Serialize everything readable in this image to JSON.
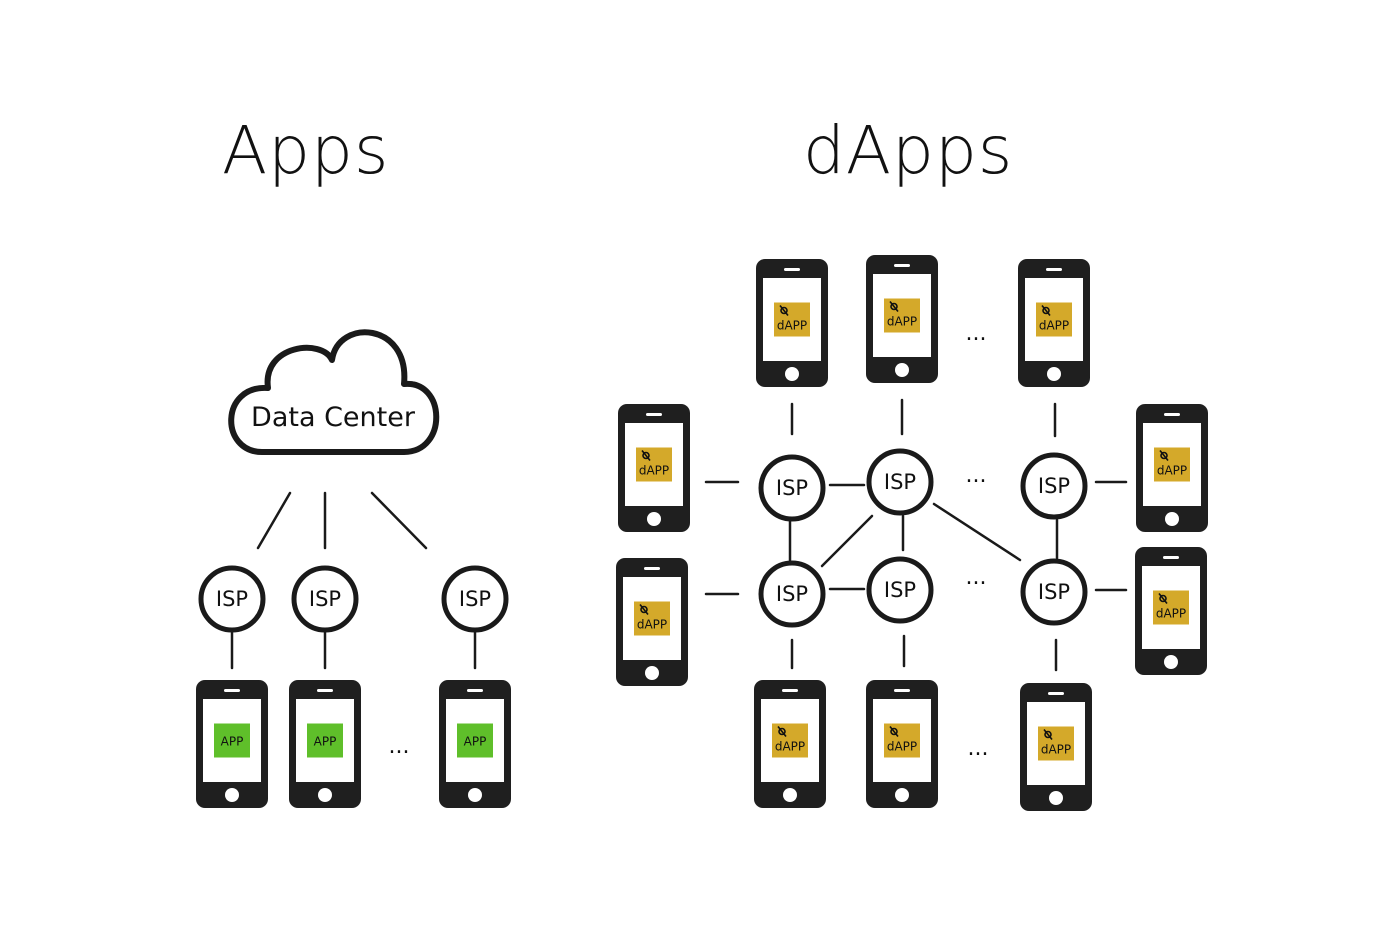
{
  "titles": {
    "apps": "Apps",
    "dapps": "dApps"
  },
  "apps": {
    "cloud_label": "Data Center",
    "isp_label": "ISP",
    "app_label": "APP",
    "ellipsis": "..."
  },
  "dapps": {
    "isp_label": "ISP",
    "app_label": "dAPP",
    "ellipsis": "..."
  },
  "colors": {
    "phone": "#1f1f1f",
    "app_tile": "#5fbf2a",
    "dapp_tile": "#d4a92a",
    "line": "#1a1a1a"
  }
}
